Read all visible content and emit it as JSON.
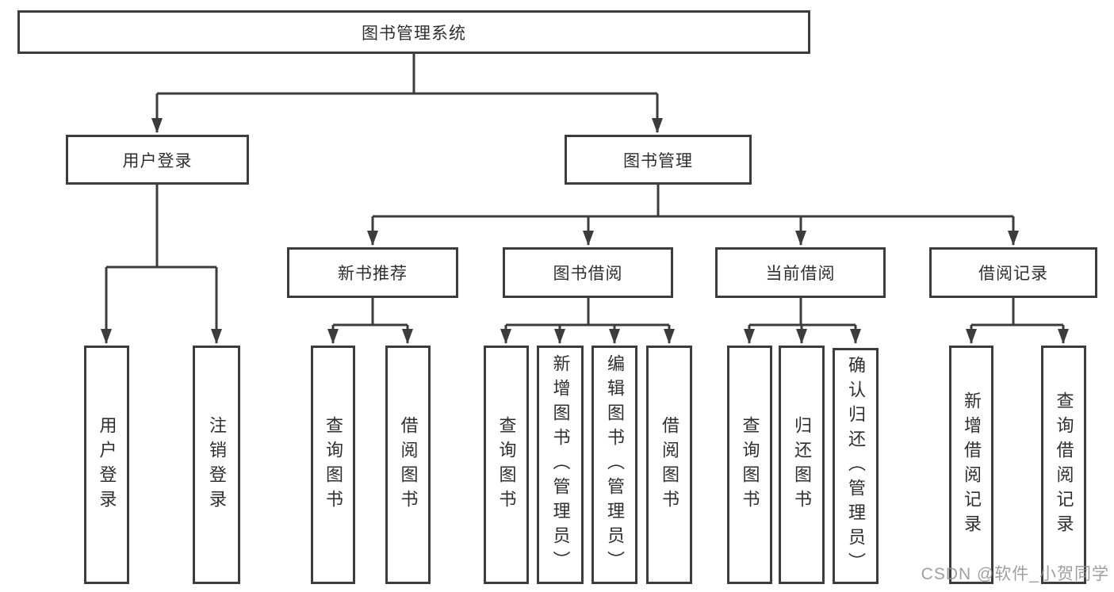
{
  "diagram_type": "hierarchy-tree",
  "colors": {
    "line": "#3c3c3c",
    "text": "#2f2f2f",
    "watermark": "#8f8f8f",
    "bg": "#ffffff"
  },
  "tree": {
    "label": "图书管理系统",
    "children": [
      {
        "label": "用户登录",
        "children": [
          {
            "label": "用户登录"
          },
          {
            "label": "注销登录"
          }
        ]
      },
      {
        "label": "图书管理",
        "children": [
          {
            "label": "新书推荐",
            "children": [
              {
                "label": "查询图书"
              },
              {
                "label": "借阅图书"
              }
            ]
          },
          {
            "label": "图书借阅",
            "children": [
              {
                "label": "查询图书"
              },
              {
                "label": "新增图书（管理员）"
              },
              {
                "label": "编辑图书（管理员）"
              },
              {
                "label": "借阅图书"
              }
            ]
          },
          {
            "label": "当前借阅",
            "children": [
              {
                "label": "查询图书"
              },
              {
                "label": "归还图书"
              },
              {
                "label": "确认归还（管理员）"
              }
            ]
          },
          {
            "label": "借阅记录",
            "children": [
              {
                "label": "新增借阅记录"
              },
              {
                "label": "查询借阅记录"
              }
            ]
          }
        ]
      }
    ]
  },
  "watermark": "CSDN @软件_小贺同学"
}
